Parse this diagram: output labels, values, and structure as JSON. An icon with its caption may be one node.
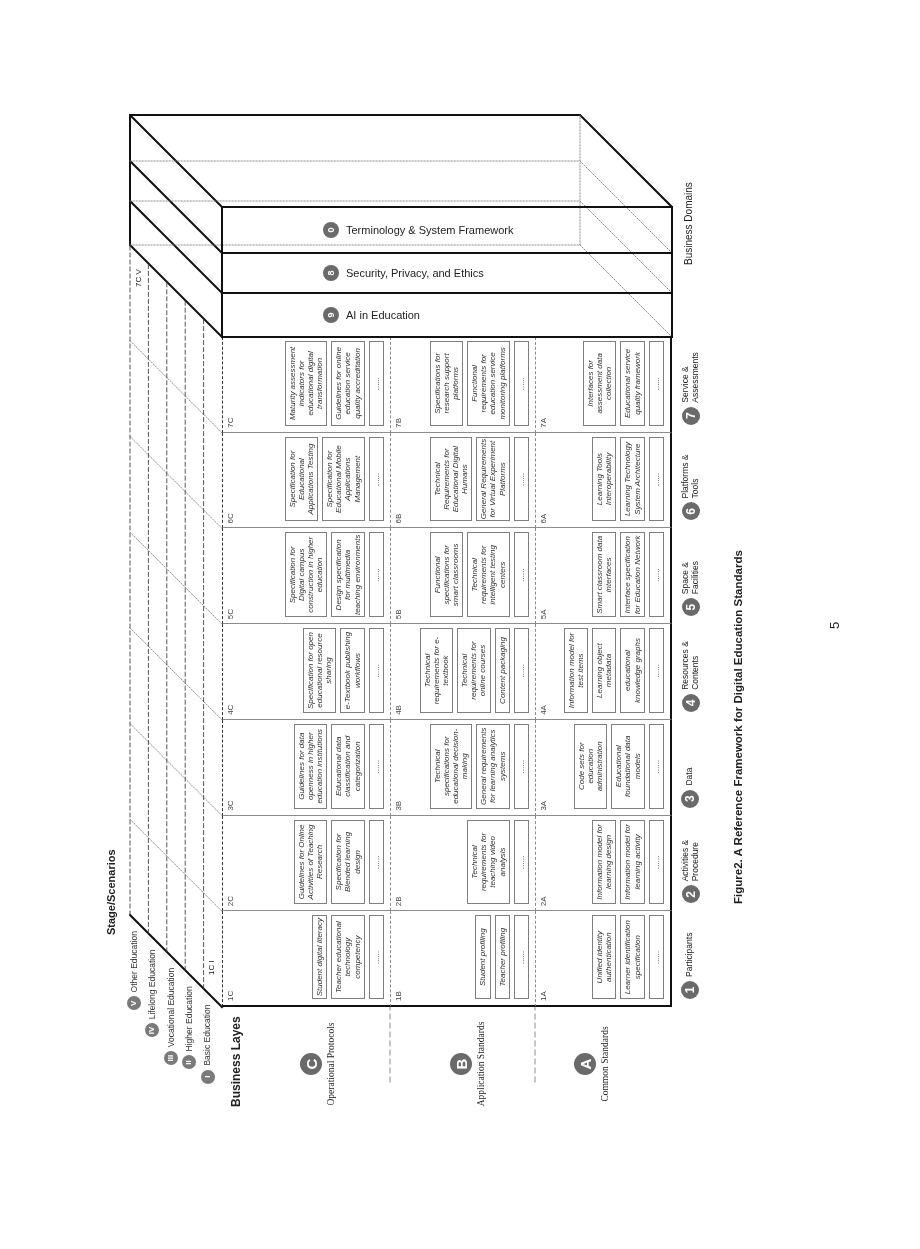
{
  "diagram": {
    "caption": "Figure2. A Reference Framework for Digital Education Standards",
    "nodes": [
      {
        "text": [
          "V"
        ],
        "beside": [
          "Other Education"
        ]
      },
      {
        "text": [
          "IV"
        ],
        "beside": [
          "Lifelong Education"
        ]
      },
      {
        "text": [
          "III"
        ],
        "beside": [
          "Vocational Education"
        ]
      },
      {
        "text": [
          "II"
        ],
        "beside": [
          "Higher Education"
        ]
      },
      {
        "text": [
          "I"
        ],
        "beside": [
          "Basic Education"
        ]
      },
      {
        "text": [
          "C"
        ],
        "beside": [
          "Operational Protocols"
        ]
      },
      {
        "text": [
          "B"
        ],
        "beside": [
          "Application Standards"
        ]
      },
      {
        "text": [
          "A"
        ],
        "beside": [
          "Common Standards"
        ]
      },
      {
        "text": [
          "1C"
        ]
      },
      {
        "text": [
          "Student digital literacy"
        ],
        "in": 8
      },
      {
        "text": [
          "Teacher educational technology competency"
        ],
        "in": 8
      },
      {
        "text": [
          "......"
        ],
        "in": 8
      },
      {
        "text": [
          "2C"
        ]
      },
      {
        "text": [
          "Guidelines for Online Activities of Teaching Research"
        ],
        "in": 12
      },
      {
        "text": [
          "Specification for Blended learning design"
        ],
        "in": 12
      },
      {
        "text": [
          "......"
        ],
        "in": 12
      },
      {
        "text": [
          "3C"
        ]
      },
      {
        "text": [
          "Guidelines for data openness in higher education institutions"
        ],
        "in": 16
      },
      {
        "text": [
          "Educational data classification and categorization"
        ],
        "in": 16
      },
      {
        "text": [
          "......"
        ],
        "in": 16
      },
      {
        "text": [
          "4C"
        ]
      },
      {
        "text": [
          "Specification for open educational resource sharing"
        ],
        "in": 20
      },
      {
        "text": [
          "e-Textbook publishing workflows"
        ],
        "in": 20
      },
      {
        "text": [
          "......"
        ],
        "in": 20
      },
      {
        "text": [
          "5C"
        ]
      },
      {
        "text": [
          "Specification for Digital campus construction in higher education"
        ],
        "in": 24
      },
      {
        "text": [
          "Design specification for multimedia teaching environments"
        ],
        "in": 24
      },
      {
        "text": [
          "......"
        ],
        "in": 24
      },
      {
        "text": [
          "6C"
        ]
      },
      {
        "text": [
          "Specification for Educational Applications Testing"
        ],
        "in": 28
      },
      {
        "text": [
          "Specification for Educational Mobile Applications Management"
        ],
        "in": 28
      },
      {
        "text": [
          "......"
        ],
        "in": 28
      },
      {
        "text": [
          "7C"
        ]
      },
      {
        "text": [
          "Maturity assessment indicators for educational digital transformation"
        ],
        "in": 32
      },
      {
        "text": [
          "Guidelines for online education service quality accreditation"
        ],
        "in": 32
      },
      {
        "text": [
          "......"
        ],
        "in": 32
      },
      {
        "text": [
          "1B"
        ]
      },
      {
        "text": [
          "Student profiling"
        ],
        "in": 36
      },
      {
        "text": [
          "Teacher profiling"
        ],
        "in": 36
      },
      {
        "text": [
          "......"
        ],
        "in": 36
      },
      {
        "text": [
          "2B"
        ]
      },
      {
        "text": [
          "Technical requirements for teaching video analysis"
        ],
        "in": 40
      },
      {
        "text": [
          "......"
        ],
        "in": 40
      },
      {
        "text": [
          "3B"
        ]
      },
      {
        "text": [
          "Technical specifications for educational decision-making"
        ],
        "in": 43
      },
      {
        "text": [
          "General requirements for learning analytics systems"
        ],
        "in": 43
      },
      {
        "text": [
          "......"
        ],
        "in": 43
      },
      {
        "text": [
          "4B"
        ]
      },
      {
        "text": [
          "Technical requirements for e-textbook"
        ],
        "in": 47
      },
      {
        "text": [
          "Technical requirements for online courses"
        ],
        "in": 47
      },
      {
        "text": [
          "Content packaging"
        ],
        "in": 47
      },
      {
        "text": [
          "......"
        ],
        "in": 47
      },
      {
        "text": [
          "5B"
        ]
      },
      {
        "text": [
          "Functional specifications for smart classrooms"
        ],
        "in": 52
      },
      {
        "text": [
          "Technical requirements for intelligent testing centers"
        ],
        "in": 52
      },
      {
        "text": [
          "......"
        ],
        "in": 52
      },
      {
        "text": [
          "6B"
        ]
      },
      {
        "text": [
          "Technical Requirements for Educational Digital Humans"
        ],
        "in": 56
      },
      {
        "text": [
          "General Requirements for Virtual Experiment Platforms"
        ],
        "in": 56
      },
      {
        "text": [
          "......"
        ],
        "in": 56
      },
      {
        "text": [
          "7B"
        ]
      },
      {
        "text": [
          "Specifications for research support platforms"
        ],
        "in": 60
      },
      {
        "text": [
          "Functional requirements for education service monitoring platforms"
        ],
        "in": 60
      },
      {
        "text": [
          "......"
        ],
        "in": 60
      },
      {
        "text": [
          "1A"
        ]
      },
      {
        "text": [
          "Unified identity authentication"
        ],
        "in": 64
      },
      {
        "text": [
          "Learner identification specification"
        ],
        "in": 64
      },
      {
        "text": [
          "......"
        ],
        "in": 64
      },
      {
        "text": [
          "2A"
        ]
      },
      {
        "text": [
          "Information model for learning design"
        ],
        "in": 68
      },
      {
        "text": [
          "Information model for learning activity"
        ],
        "in": 68
      },
      {
        "text": [
          "......"
        ],
        "in": 68
      },
      {
        "text": [
          "3A"
        ]
      },
      {
        "text": [
          "Code sets for education administration"
        ],
        "in": 72
      },
      {
        "text": [
          "Educational foundational data models"
        ],
        "in": 72
      },
      {
        "text": [
          "......"
        ],
        "in": 72
      },
      {
        "text": [
          "4A"
        ]
      },
      {
        "text": [
          "Information model for test items"
        ],
        "in": 76
      },
      {
        "text": [
          "Learning object metadata"
        ],
        "in": 76
      },
      {
        "text": [
          "educational knowledge graphs"
        ],
        "in": 76
      },
      {
        "text": [
          "......"
        ],
        "in": 76
      },
      {
        "text": [
          "5A"
        ]
      },
      {
        "text": [
          "Smart classroom data interfaces"
        ],
        "in": 81
      },
      {
        "text": [
          "Interface specification for Education Network"
        ],
        "in": 81
      },
      {
        "text": [
          "......"
        ],
        "in": 81
      },
      {
        "text": [
          "6A"
        ]
      },
      {
        "text": [
          "Learning Tools Interoperability"
        ],
        "in": 85
      },
      {
        "text": [
          "Learning Technology System Architecture"
        ],
        "in": 85
      },
      {
        "text": [
          "......"
        ],
        "in": 85
      },
      {
        "text": [
          "7A"
        ]
      },
      {
        "text": [
          "Interfaces for assessment data collection"
        ],
        "in": 89
      },
      {
        "text": [
          "Educational service quality framework"
        ],
        "in": 89
      },
      {
        "text": [
          "......"
        ],
        "in": 89
      },
      {
        "text": [
          "0",
          "Terminology & System Framework"
        ]
      },
      {
        "text": [
          "8",
          "Security, Privacy, and Ethics"
        ]
      },
      {
        "text": [
          "9",
          "AI in Education"
        ]
      },
      {
        "text": [
          "1"
        ],
        "beside": [
          "Participants"
        ]
      },
      {
        "text": [
          "2"
        ],
        "beside": [
          "Activities & Procedure"
        ]
      },
      {
        "text": [
          "3"
        ],
        "beside": [
          "Data"
        ]
      },
      {
        "text": [
          "4"
        ],
        "beside": [
          "Resources & Contents"
        ]
      },
      {
        "text": [
          "5"
        ],
        "beside": [
          "Space & Facilities"
        ]
      },
      {
        "text": [
          "6"
        ],
        "beside": [
          "Platforms & Tools"
        ]
      },
      {
        "text": [
          "7"
        ],
        "beside": [
          "Service & Assessments"
        ]
      }
    ],
    "labels": [
      "Stage/Scenarios",
      "7C V",
      "1C I",
      "Business Layes",
      "Business Domains",
      "5"
    ]
  }
}
